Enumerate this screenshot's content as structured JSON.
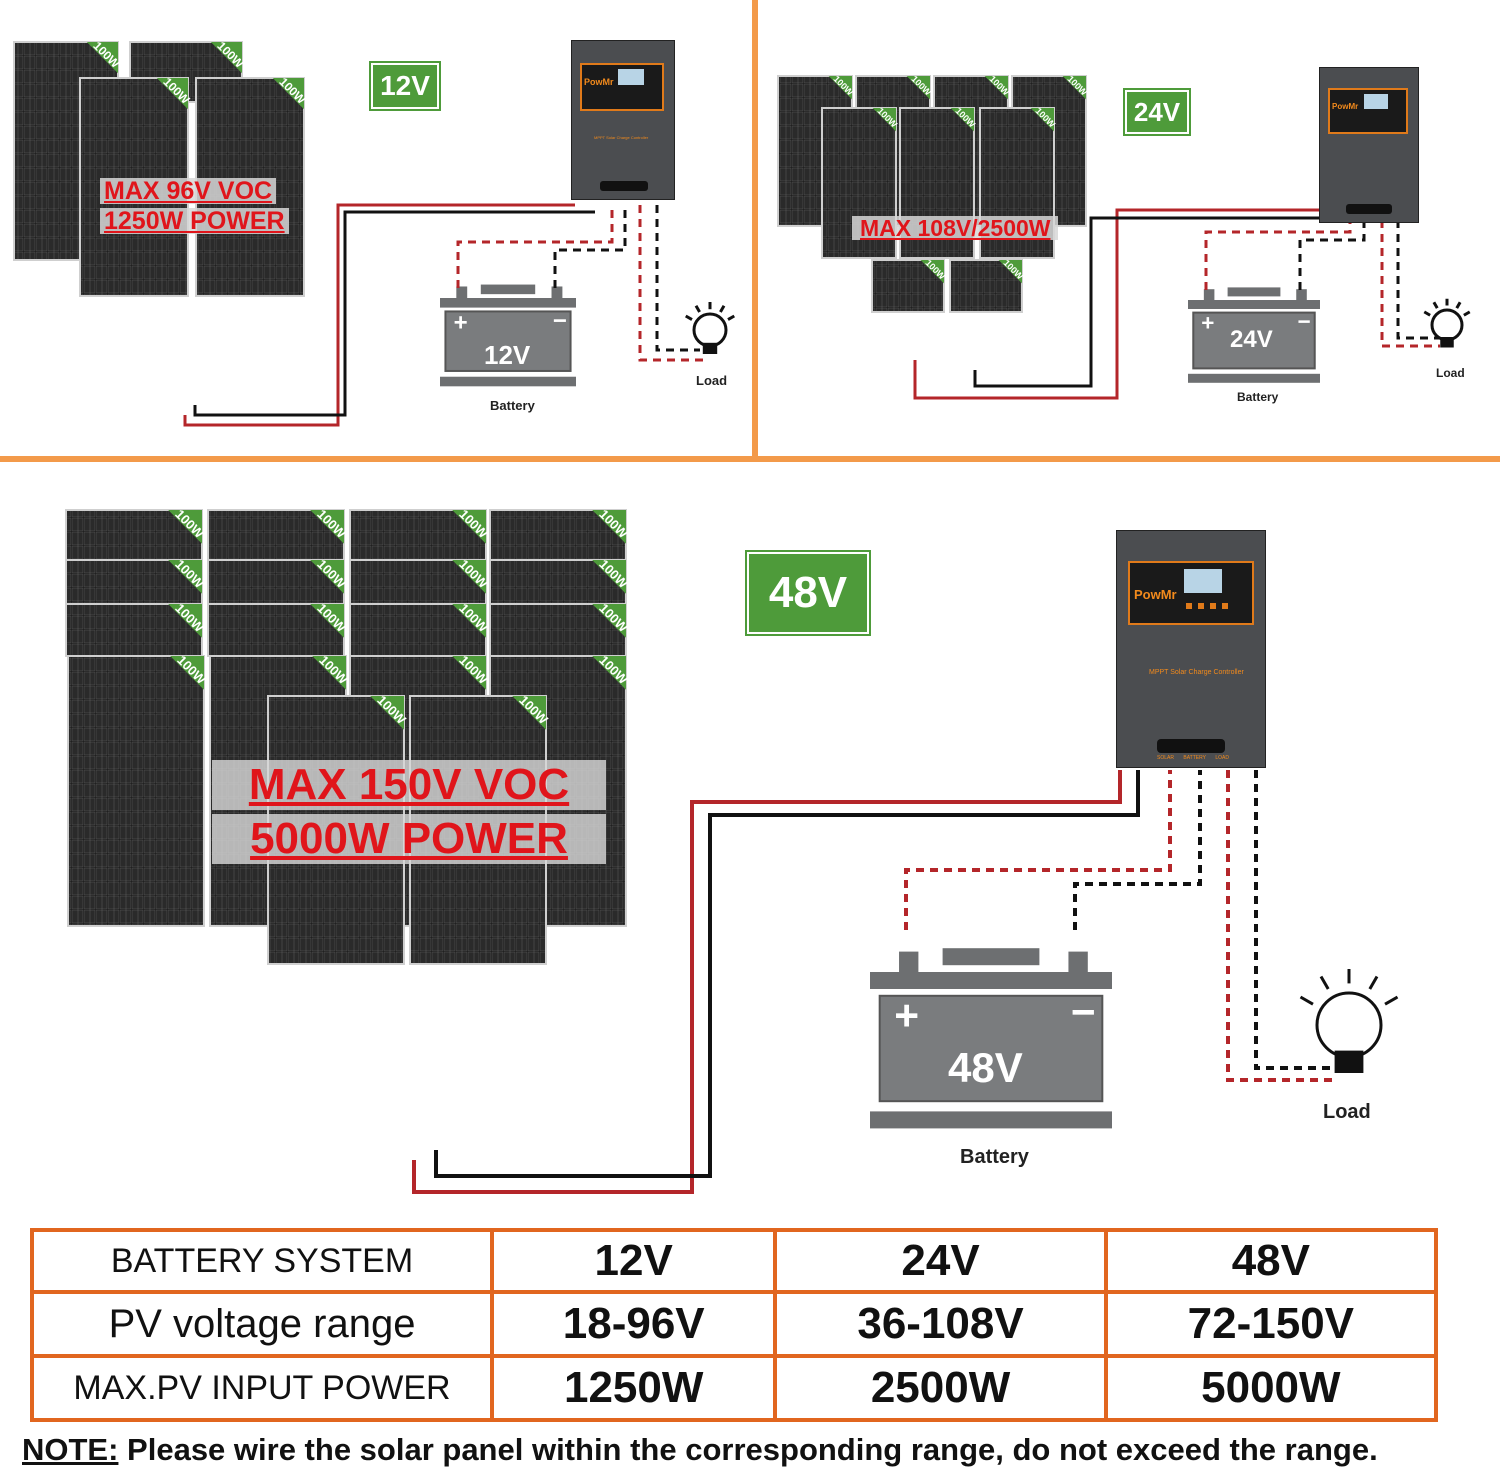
{
  "colors": {
    "divider": "#f39a4a",
    "table_border": "#e1661f",
    "badge": "#4e9b3a",
    "max_text": "#e0151b",
    "controller_body": "#4b4d50",
    "battery_body": "#7a7c7e"
  },
  "panel_label": "100W",
  "controller_brand": "PowMr",
  "controller_model": "MPPT Solar Charge Controller",
  "controller_ports": [
    "SOLAR",
    "BATTERY",
    "LOAD"
  ],
  "diagrams": {
    "d12": {
      "voltage": "12V",
      "max_line1": "MAX 96V VOC",
      "max_line2": "1250W POWER",
      "battery_voltage": "12V",
      "battery_caption": "Battery",
      "load_caption": "Load"
    },
    "d24": {
      "voltage": "24V",
      "max_line1": "MAX 108V/2500W",
      "battery_voltage": "24V",
      "battery_caption": "Battery",
      "load_caption": "Load"
    },
    "d48": {
      "voltage": "48V",
      "max_line1": "MAX 150V VOC",
      "max_line2": "5000W POWER",
      "battery_voltage": "48V",
      "battery_caption": "Battery",
      "load_caption": "Load"
    }
  },
  "table": {
    "rows": [
      {
        "label": "BATTERY SYSTEM",
        "values": [
          "12V",
          "24V",
          "48V"
        ]
      },
      {
        "label": "PV voltage range",
        "values": [
          "18-96V",
          "36-108V",
          "72-150V"
        ]
      },
      {
        "label": "MAX.PV INPUT POWER",
        "values": [
          "1250W",
          "2500W",
          "5000W"
        ]
      }
    ]
  },
  "note": {
    "prefix": "NOTE:",
    "text": " Please wire the solar panel within the corresponding range, do not exceed the range."
  }
}
